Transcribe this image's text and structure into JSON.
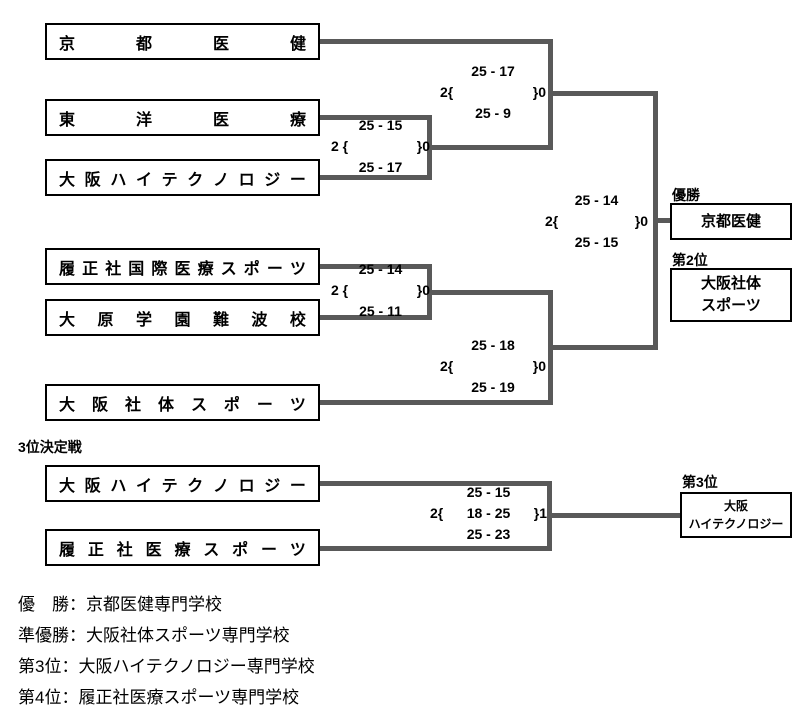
{
  "colors": {
    "line": "#595959",
    "border": "#000000",
    "background": "#ffffff",
    "text": "#000000"
  },
  "teams": [
    "京都医健",
    "東洋医療",
    "大阪ハイテクノロジー",
    "履正社国際医療スポーツ",
    "大原学園難波校",
    "大阪社体スポーツ",
    "大阪ハイテクノロジー",
    "履正社医療スポーツ"
  ],
  "scores": {
    "qf_top": {
      "top": "25 - 15",
      "left": "2 {",
      "mid": "",
      "right": "}0",
      "bottom": "25 - 17"
    },
    "sf_top": {
      "top": "25 - 17",
      "left": "2{",
      "mid": "",
      "right": "}0",
      "bottom": "25 - 9"
    },
    "qf_bottom": {
      "top": "25 - 14",
      "left": "2 {",
      "mid": "",
      "right": "}0",
      "bottom": "25 - 11"
    },
    "sf_bottom": {
      "top": "25 - 18",
      "left": "2{",
      "mid": "",
      "right": "}0",
      "bottom": "25 - 19"
    },
    "final": {
      "top": "25 - 14",
      "left": "2{",
      "mid": "",
      "right": "}0",
      "bottom": "25 - 15"
    },
    "third_place": {
      "top": "25 - 15",
      "left": "2{",
      "mid": "18 - 25",
      "right": "}1",
      "bottom": "25 - 23"
    }
  },
  "labels": {
    "champion": "優勝",
    "second": "第2位",
    "third": "第3位",
    "third_place_match": "3位決定戦"
  },
  "placements": {
    "champion": "京都医健",
    "second_line1": "大阪社体",
    "second_line2": "スポーツ",
    "third_line1": "大阪",
    "third_line2": "ハイテクノロジー"
  },
  "results": [
    "優　勝：京都医健専門学校",
    "準優勝：大阪社体スポーツ専門学校",
    "第3位：大阪ハイテクノロジー専門学校",
    "第4位：履正社医療スポーツ専門学校"
  ]
}
